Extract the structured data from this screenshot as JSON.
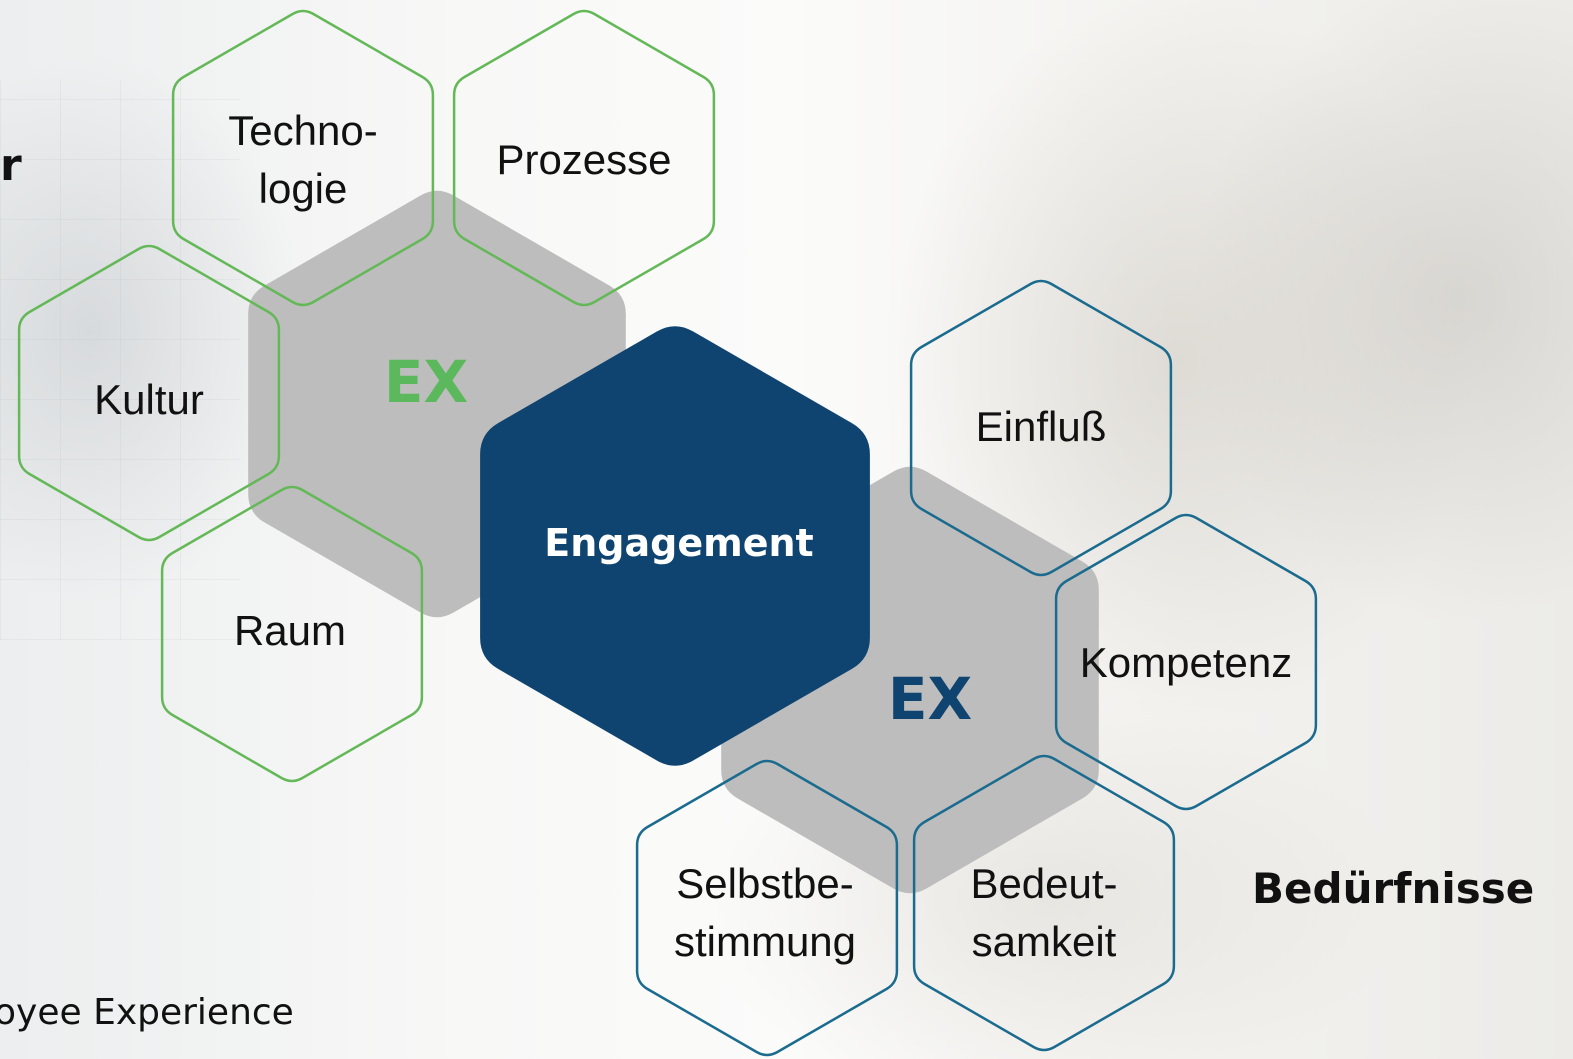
{
  "colors": {
    "green": "#64b858",
    "teal_blue": "#1b6b8e",
    "navy": "#0f4470",
    "gray_hex": "#bdbdbd",
    "green_ex_text": "#5cb85c",
    "navy_ex_text": "#0f4470"
  },
  "left_heading": "r",
  "footer_text": "oyee Experience",
  "needs_heading": "Bedürfnisse",
  "center": {
    "label": "Engagement"
  },
  "ex_left": {
    "label": "EX"
  },
  "ex_right": {
    "label": "EX"
  },
  "green_hexes": {
    "technologie": {
      "line1": "Techno-",
      "line2": "logie"
    },
    "prozesse": {
      "label": "Prozesse"
    },
    "kultur": {
      "label": "Kultur"
    },
    "raum": {
      "label": "Raum"
    }
  },
  "blue_hexes": {
    "einfluss": {
      "label": "Einfluß"
    },
    "kompetenz": {
      "label": "Kompetenz"
    },
    "selbstbestimmung": {
      "line1": "Selbstbe-",
      "line2": "stimmung"
    },
    "bedeutsamkeit": {
      "line1": "Bedeut-",
      "line2": "samkeit"
    }
  }
}
